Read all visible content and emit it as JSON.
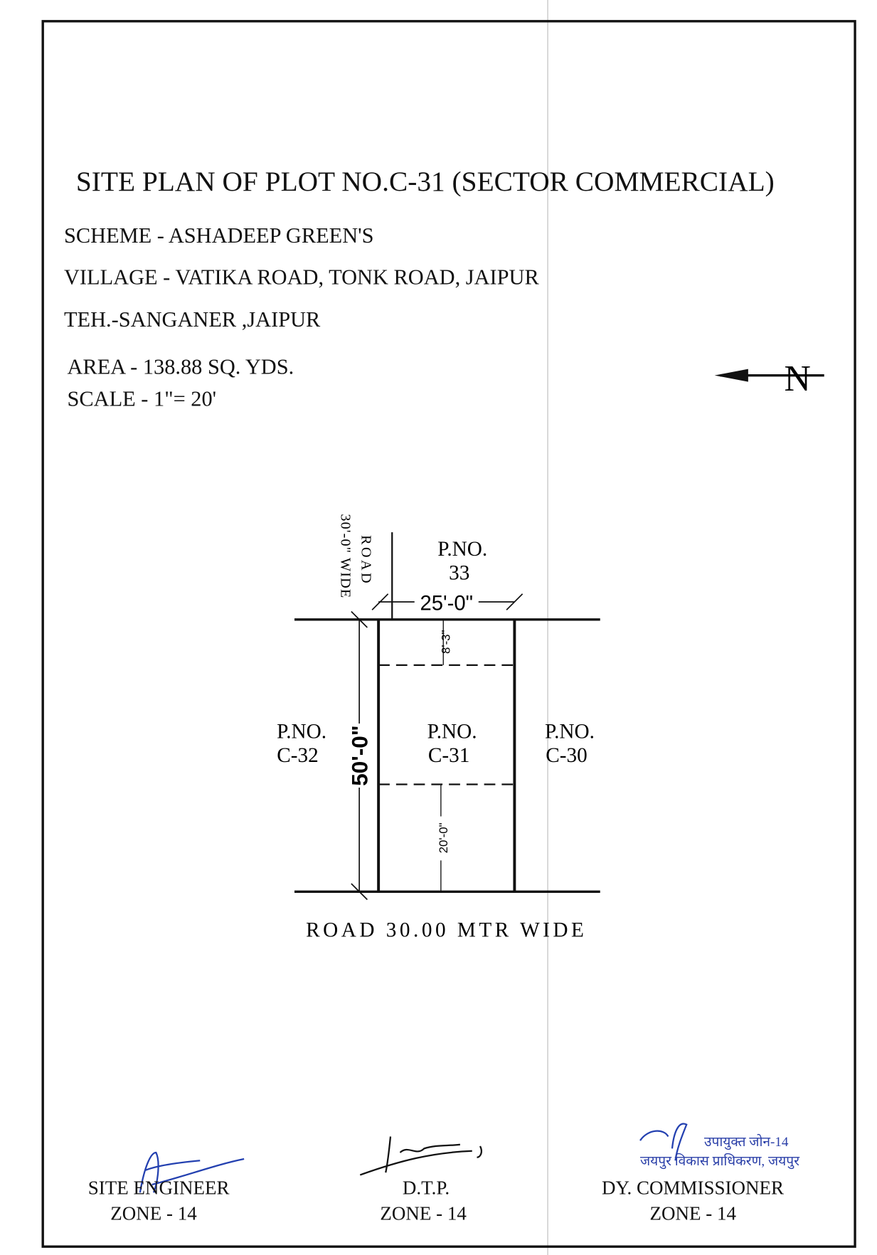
{
  "document": {
    "title": "SITE PLAN OF PLOT NO.C-31 (SECTOR COMMERCIAL)",
    "scheme": "SCHEME - ASHADEEP GREEN'S",
    "village": "VILLAGE  - VATIKA ROAD, TONK ROAD, JAIPUR",
    "tehsil": "TEH.-SANGANER ,JAIPUR",
    "area": "AREA  - 138.88 SQ. YDS.",
    "scale": "SCALE -  1\"= 20'",
    "north_label": "N"
  },
  "plan": {
    "side_road_line1": "ROAD",
    "side_road_line2": "30'-0\" WIDE",
    "north_plot": [
      "P.NO.",
      "33"
    ],
    "left_plot": [
      "P.NO.",
      "C-32"
    ],
    "center_plot": [
      "P.NO.",
      "C-31"
    ],
    "right_plot": [
      "P.NO.",
      "C-30"
    ],
    "width_dim": "25'-0\"",
    "depth_dim": "50'-0\"",
    "front_setback": "8'-3\"",
    "rear_setback": "20'-0\"",
    "main_road": "ROAD 30.00 MTR WIDE"
  },
  "signatories": [
    {
      "role": "SITE ENGINEER",
      "zone": "ZONE - 14"
    },
    {
      "role": "D.T.P.",
      "zone": "ZONE - 14"
    },
    {
      "role": "DY. COMMISSIONER",
      "zone": "ZONE - 14"
    }
  ],
  "stamp": {
    "text": "उपायुक्त जोन-14 जयपुर विकास प्राधिकरण, जयपुर",
    "color": "#2a3fa8"
  },
  "colors": {
    "ink": "#111111",
    "signature_blue": "#2340b0"
  }
}
